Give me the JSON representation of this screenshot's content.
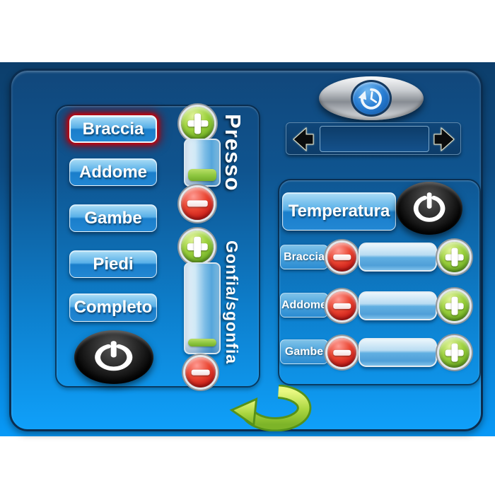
{
  "background": {
    "band_top_color": "#0c3e6b",
    "band_bottom_color": "#0899f7"
  },
  "left_panel": {
    "zone_buttons": [
      {
        "label": "Braccia",
        "selected": true
      },
      {
        "label": "Addome",
        "selected": false
      },
      {
        "label": "Gambe",
        "selected": false
      },
      {
        "label": "Piedi",
        "selected": false
      },
      {
        "label": "Completo",
        "selected": false
      }
    ],
    "power_button_icon": "power-icon"
  },
  "pressure_control": {
    "label": "Presso",
    "increase_icon": "plus-icon",
    "decrease_icon": "minus-icon",
    "gauge": {
      "segment_top_pct": 64,
      "segment_height_pct": 27
    }
  },
  "inflate_control": {
    "label": "Gonfia/sgonfia",
    "increase_icon": "plus-icon",
    "decrease_icon": "minus-icon",
    "gauge": {
      "segment_top_pct": 84,
      "segment_height_pct": 9
    }
  },
  "timer": {
    "icon": "clock-history-icon",
    "display_value": "",
    "left_arrow_icon": "left-arrow-icon",
    "right_arrow_icon": "right-arrow-icon"
  },
  "temperature_panel": {
    "title": "Temperatura",
    "power_button_icon": "power-icon",
    "rows": [
      {
        "label": "Braccia"
      },
      {
        "label": "Addome"
      },
      {
        "label": "Gambe"
      }
    ]
  },
  "refresh_icon": "refresh-arrow-icon",
  "colors": {
    "selected_glow": "#c8000a",
    "button_blue_top": "#a9dcf6",
    "button_blue_bottom": "#2287d3",
    "plus_green": "#7ab62c",
    "minus_red": "#d41919",
    "gauge_green": "#8dc63f",
    "panel_navy": "#11477b",
    "bright_blue": "#0fa0fa"
  }
}
